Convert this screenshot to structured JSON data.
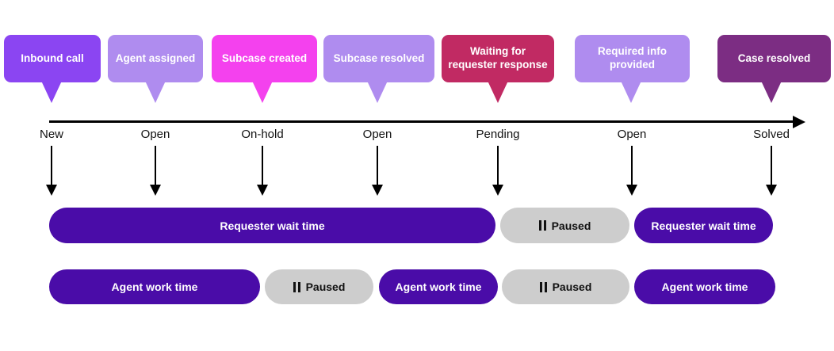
{
  "milestones": [
    {
      "label": "Inbound call",
      "color": "#8B45F2"
    },
    {
      "label": "Agent assigned",
      "color": "#AF8CEF"
    },
    {
      "label": "Subcase created",
      "color": "#F441EE"
    },
    {
      "label": "Subcase resolved",
      "color": "#AF8CEF"
    },
    {
      "label": "Waiting for requester response",
      "color": "#C12A63"
    },
    {
      "label": "Required info provided",
      "color": "#AF8CEF"
    },
    {
      "label": "Case resolved",
      "color": "#7C2D83"
    }
  ],
  "timeline": {
    "statuses": [
      "New",
      "Open",
      "On-hold",
      "Open",
      "Pending",
      "Open",
      "Solved"
    ],
    "axis_color": "#000000"
  },
  "tracks": {
    "requester": {
      "segments": [
        {
          "label": "Requester wait time",
          "state": "active"
        },
        {
          "label": "Paused",
          "state": "paused"
        },
        {
          "label": "Requester wait time",
          "state": "active"
        }
      ]
    },
    "agent": {
      "segments": [
        {
          "label": "Agent work time",
          "state": "active"
        },
        {
          "label": "Paused",
          "state": "paused"
        },
        {
          "label": "Agent work time",
          "state": "active"
        },
        {
          "label": "Paused",
          "state": "paused"
        },
        {
          "label": "Agent work time",
          "state": "active"
        }
      ]
    }
  },
  "colors": {
    "track_active_bg": "#4A0CA8",
    "track_active_text": "#FFFFFF",
    "track_paused_bg": "#CDCDCD",
    "track_paused_text": "#111111"
  },
  "icons": {
    "pause_icon": "❚❚",
    "down_arrow_icon": "↓",
    "timeline_arrowhead_icon": "→"
  }
}
